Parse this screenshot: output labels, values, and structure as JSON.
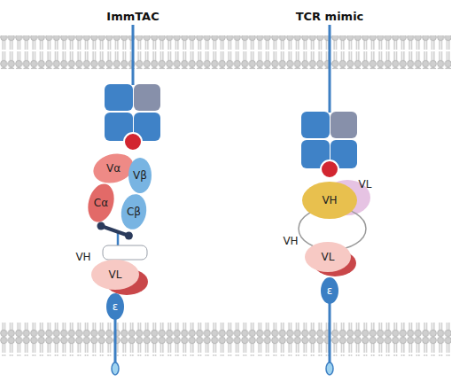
{
  "diagram": {
    "nodes": [
      {
        "text": [
          "Vα"
        ]
      },
      {
        "text": [
          "Vβ"
        ]
      },
      {
        "text": [
          "Cα"
        ]
      },
      {
        "text": [
          "Cβ"
        ]
      },
      {
        "text": [
          "VL"
        ]
      },
      {
        "text": [
          "ε"
        ]
      },
      {
        "text": [
          "VH"
        ]
      },
      {
        "text": [
          "VL"
        ]
      },
      {
        "text": [
          "ε"
        ]
      }
    ],
    "edges": [
      {
        "from": 2,
        "to": 3,
        "arrow": "none"
      }
    ],
    "labels": [
      "ImmTAC",
      "TCR mimic",
      "VH",
      "VL",
      "VH"
    ]
  }
}
